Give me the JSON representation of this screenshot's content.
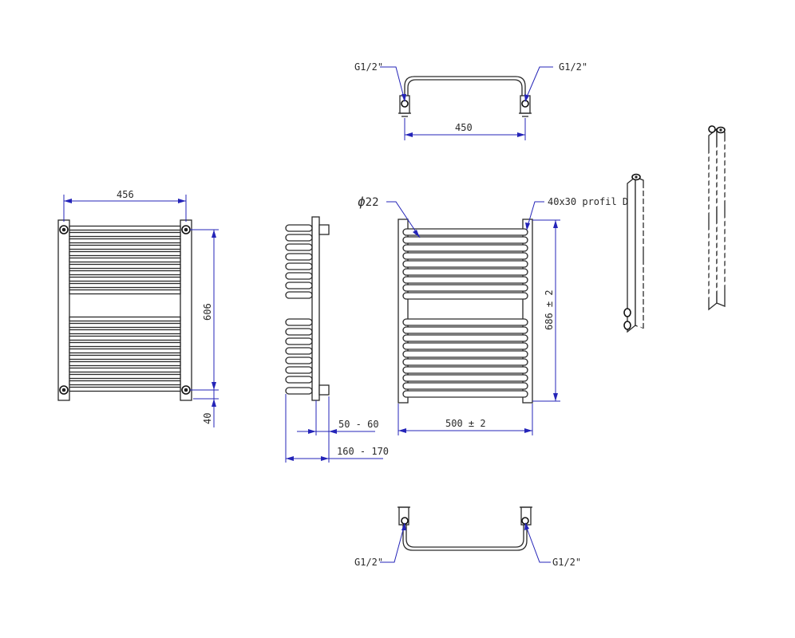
{
  "drawing": {
    "top_view": {
      "width": "450",
      "conn_left": "G1/2\"",
      "conn_right": "G1/2\""
    },
    "front_view": {
      "width": "456",
      "height": "606",
      "bottom_offset": "40"
    },
    "side_view": {
      "wall_distance": "50 - 60",
      "depth": "160 - 170"
    },
    "main_view": {
      "tube_diameter": "22",
      "diameter_symbol": "ϕ",
      "profile": "40x30 profil D",
      "height": "686 ± 2",
      "width": "500 ± 2"
    },
    "bottom_view": {
      "conn_left": "G1/2\"",
      "conn_right": "G1/2\""
    }
  },
  "colors": {
    "outline": "#2a2a2a",
    "dimension": "#2424b8"
  }
}
